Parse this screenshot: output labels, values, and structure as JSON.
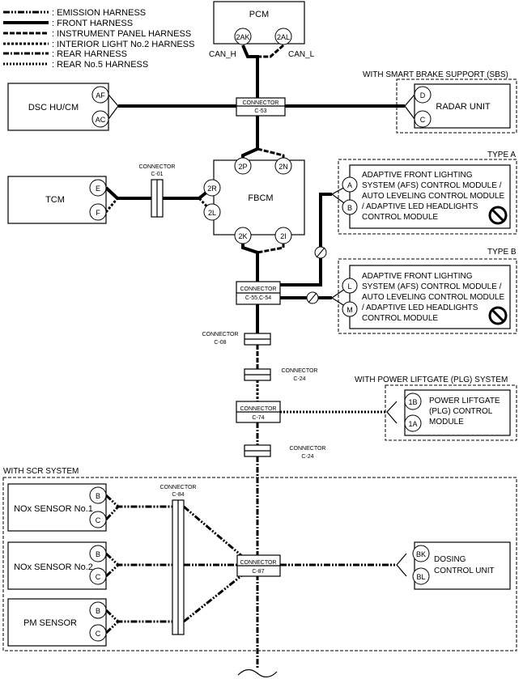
{
  "legend": [
    {
      "key": "emission",
      "label": ": EMISSION HARNESS"
    },
    {
      "key": "front",
      "label": ": FRONT HARNESS"
    },
    {
      "key": "ip",
      "label": ": INSTRUMENT PANEL HARNESS"
    },
    {
      "key": "interior",
      "label": ": INTERIOR LIGHT No.2 HARNESS"
    },
    {
      "key": "rear",
      "label": ": REAR HARNESS"
    },
    {
      "key": "rear5",
      "label": ": REAR No.5 HARNESS"
    }
  ],
  "pcm": {
    "title": "PCM",
    "pin_h": "2AK",
    "pin_l": "2AL",
    "can_h": "CAN_H",
    "can_l": "CAN_L"
  },
  "dsc": {
    "title": "DSC HU/CM",
    "pin1": "AF",
    "pin2": "AC"
  },
  "c53": {
    "label": "CONNECTOR",
    "id": "C-53"
  },
  "sbs": {
    "group": "WITH SMART BRAKE SUPPORT (SBS)",
    "title": "RADAR UNIT",
    "pin1": "D",
    "pin2": "C"
  },
  "tcm": {
    "title": "TCM",
    "pin1": "E",
    "pin2": "F"
  },
  "c01": {
    "label": "CONNECTOR",
    "id": "C-01"
  },
  "fbcm": {
    "title": "FBCM",
    "pin_2p": "2P",
    "pin_2n": "2N",
    "pin_2r": "2R",
    "pin_2l": "2L",
    "pin_2k": "2K",
    "pin_2i": "2I"
  },
  "type_a": {
    "group": "TYPE A",
    "line1": "ADAPTIVE FRONT LIGHTING",
    "line2": "SYSTEM (AFS) CONTROL MODULE /",
    "line3": "AUTO LEVELING CONTROL MODULE",
    "line4": "/ ADAPTIVE LED HEADLIGHTS",
    "line5": "CONTROL MODULE",
    "pin1": "A",
    "pin2": "B"
  },
  "type_b": {
    "group": "TYPE B",
    "line1": "ADAPTIVE FRONT LIGHTING",
    "line2": "SYSTEM (AFS) CONTROL MODULE /",
    "line3": "AUTO LEVELING CONTROL MODULE",
    "line4": "/ ADAPTIVE LED HEADLIGHTS",
    "line5": "CONTROL MODULE",
    "pin1": "L",
    "pin2": "M"
  },
  "c55": {
    "label": "CONNECTOR",
    "id": "C-55,C-54"
  },
  "c08": {
    "label": "CONNECTOR",
    "id": "C-08"
  },
  "c24a": {
    "label": "CONNECTOR",
    "id": "C-24"
  },
  "plg": {
    "group": "WITH POWER LIFTGATE (PLG) SYSTEM",
    "line1": "POWER LIFTGATE",
    "line2": "(PLG) CONTROL",
    "line3": "MODULE",
    "pin1": "1B",
    "pin2": "1A"
  },
  "c74": {
    "label": "CONNECTOR",
    "id": "C-74"
  },
  "c24b": {
    "label": "CONNECTOR",
    "id": "C-24"
  },
  "scr": {
    "group": "WITH SCR SYSTEM"
  },
  "c84": {
    "label": "CONNECTOR",
    "id": "C-84"
  },
  "nox1": {
    "title": "NOx SENSOR No.1",
    "pin1": "B",
    "pin2": "C"
  },
  "nox2": {
    "title": "NOx SENSOR No.2",
    "pin1": "B",
    "pin2": "C"
  },
  "pm": {
    "title": "PM SENSOR",
    "pin1": "B",
    "pin2": "C"
  },
  "c87": {
    "label": "CONNECTOR",
    "id": "C-87"
  },
  "dosing": {
    "line1": "DOSING",
    "line2": "CONTROL UNIT",
    "pin1": "BK",
    "pin2": "BL"
  }
}
